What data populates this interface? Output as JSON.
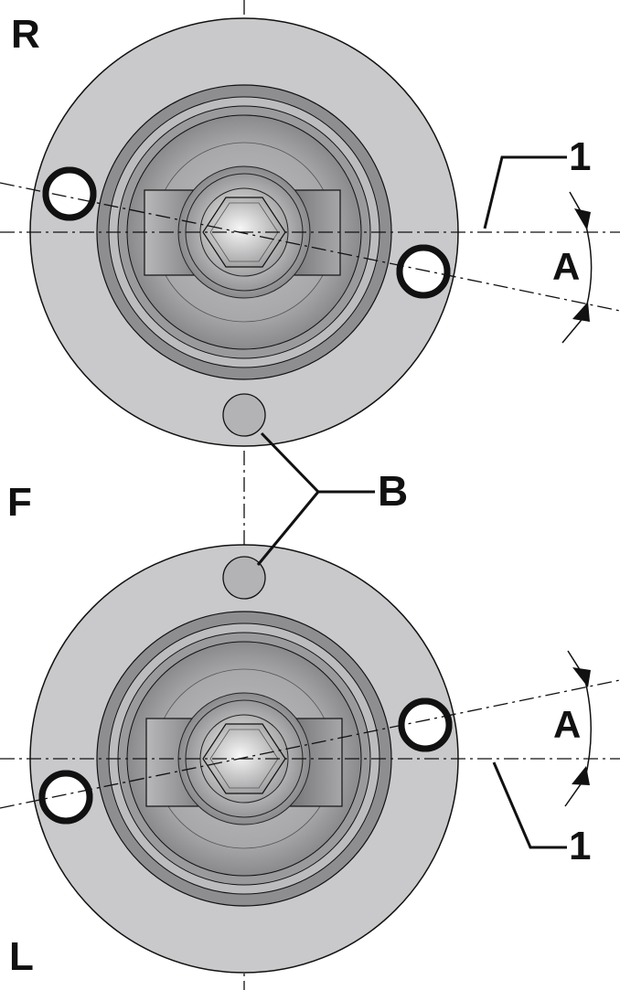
{
  "labels": {
    "top_side": "R",
    "middle_side": "F",
    "bottom_side": "L",
    "reference_line_top": "1",
    "reference_line_bottom": "1",
    "angle_top": "A",
    "angle_bottom": "A",
    "pin_marker": "B"
  },
  "colors": {
    "flange": "#c9c9cb",
    "outline": "#111111",
    "ring_dark": "#8e8e90",
    "ring_mid": "#b0b0b2",
    "background": "#ffffff"
  }
}
